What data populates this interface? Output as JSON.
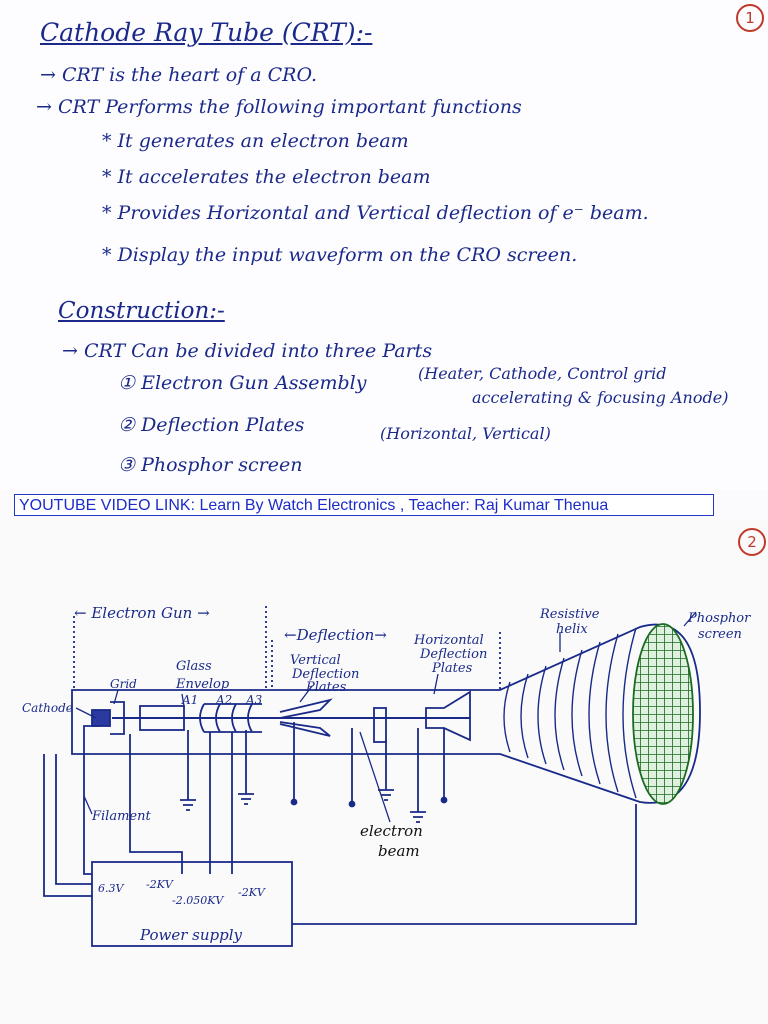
{
  "page1": {
    "page_number": "1",
    "title": "Cathode Ray Tube (CRT):-",
    "line1": "→ CRT is the heart of a CRO.",
    "line2": "→ CRT Performs the following important functions",
    "functions": [
      "* It generates an electron beam",
      "* It accelerates the electron beam",
      "* Provides Horizontal and Vertical deflection of e⁻ beam.",
      "* Display the input waveform on the CRO screen."
    ],
    "construction_heading": "Construction:-",
    "construction_intro": "→ CRT Can be divided into three Parts",
    "parts": [
      "① Electron Gun Assembly",
      "② Deflection Plates",
      "③ Phosphor screen"
    ],
    "part1_note_a": "(Heater, Cathode, Control grid",
    "part1_note_b": "accelerating & focusing Anode)",
    "part2_note": "(Horizontal, Vertical)"
  },
  "banner": {
    "text": "YOUTUBE VIDEO LINK: Learn By Watch Electronics , Teacher: Raj Kumar Thenua"
  },
  "page2": {
    "page_number": "2",
    "labels": {
      "electron_gun": "← Electron Gun →",
      "deflection": "←Deflection→",
      "resistive_helix_1": "Resistive",
      "resistive_helix_2": "helix",
      "phosphor_1": "Phosphor",
      "phosphor_2": "screen",
      "glass_1": "Glass",
      "glass_2": "Envelop",
      "grid": "Grid",
      "cathode": "Cathode",
      "vertical_1": "Vertical",
      "vertical_2": "Deflection",
      "vertical_3": "Plates",
      "horizontal_1": "Horizontal",
      "horizontal_2": "Deflection",
      "horizontal_3": "Plates",
      "a1": "A1",
      "a2": "A2",
      "a3": "A3",
      "filament": "Filament",
      "beam_1": "electron",
      "beam_2": "beam",
      "v_63": "6.3V",
      "v_2kv": "-2KV",
      "v_2050": "-2.050KV",
      "v_2kv_b": "-2KV",
      "power_supply": "Power supply"
    }
  }
}
